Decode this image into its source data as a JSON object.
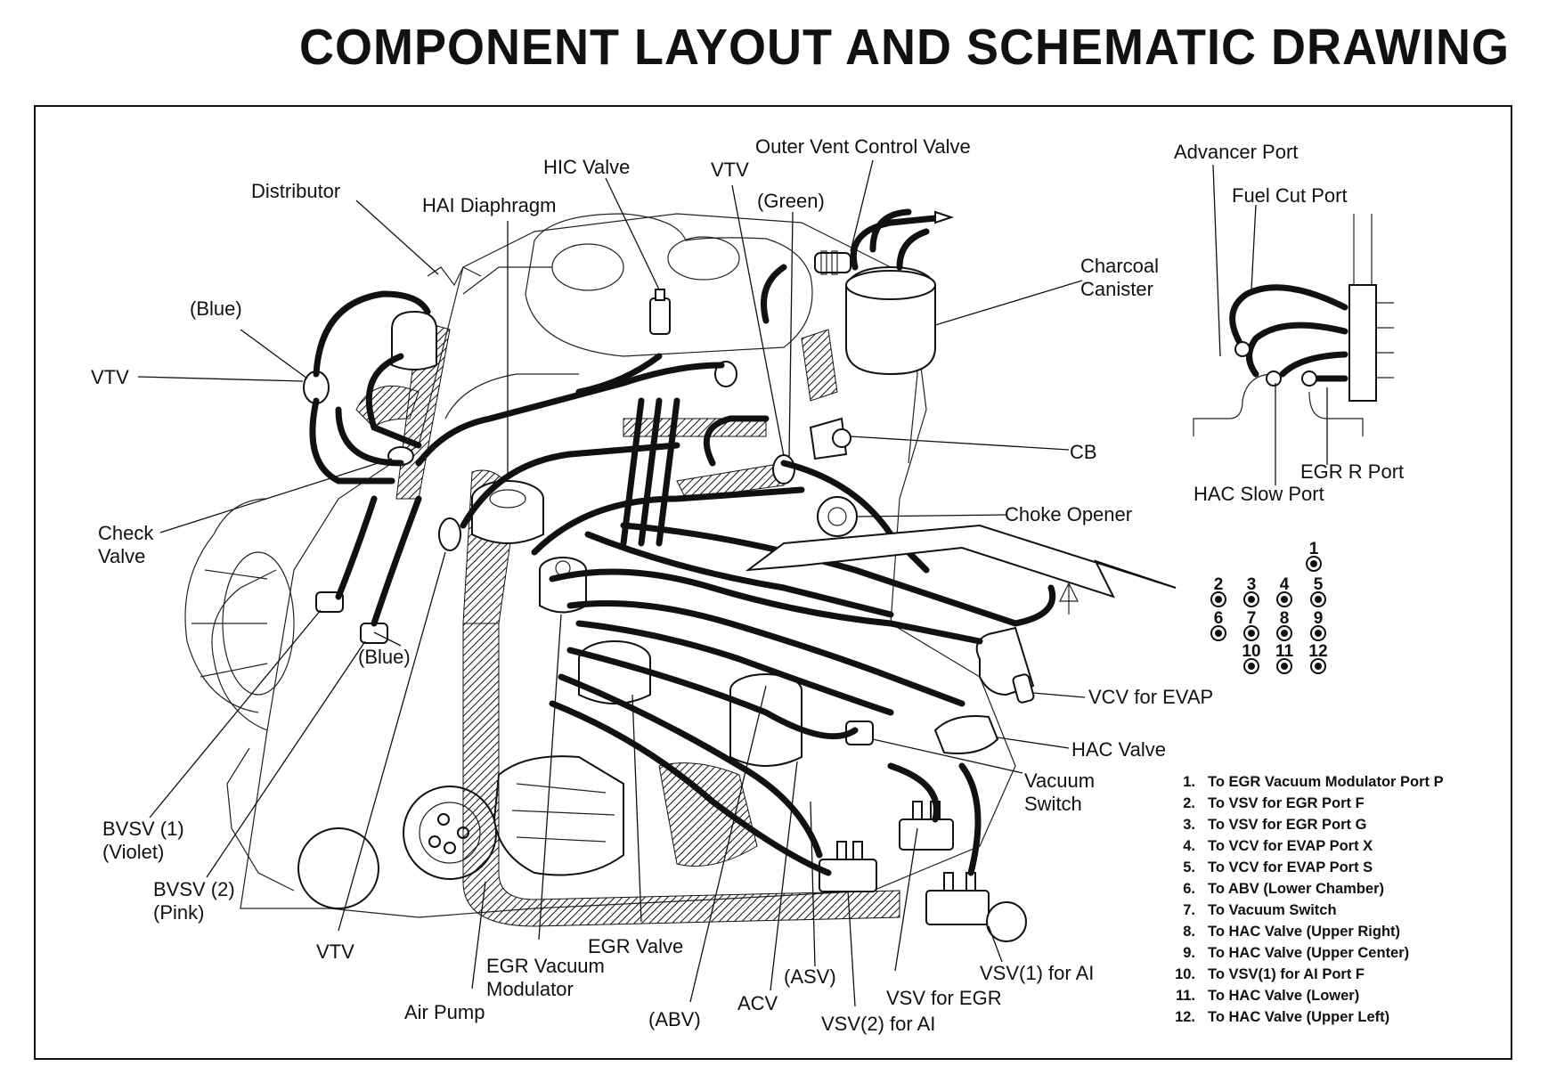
{
  "title": "COMPONENT LAYOUT AND SCHEMATIC DRAWING",
  "labels": {
    "distributor": "Distributor",
    "hai_diaphragm": "HAI Diaphragm",
    "hic_valve": "HIC Valve",
    "vtv_top": "VTV",
    "outer_vent": "Outer Vent Control Valve",
    "green": "(Green)",
    "charcoal_1": "Charcoal",
    "charcoal_2": "Canister",
    "advancer_port": "Advancer Port",
    "fuel_cut_port": "Fuel Cut Port",
    "blue_top": "(Blue)",
    "vtv_left": "VTV",
    "cb": "CB",
    "egr_r_port": "EGR R Port",
    "hac_slow_port": "HAC Slow Port",
    "choke_opener": "Choke Opener",
    "check_1": "Check",
    "check_2": "Valve",
    "blue_mid": "(Blue)",
    "vcv_evap": "VCV for EVAP",
    "hac_valve": "HAC Valve",
    "vacuum_1": "Vacuum",
    "vacuum_2": "Switch",
    "bvsv1_1": "BVSV (1)",
    "bvsv1_2": "(Violet)",
    "bvsv2_1": "BVSV (2)",
    "bvsv2_2": "(Pink)",
    "vtv_bottom": "VTV",
    "egr_valve": "EGR Valve",
    "egr_mod_1": "EGR Vacuum",
    "egr_mod_2": "Modulator",
    "air_pump": "Air Pump",
    "abv": "(ABV)",
    "acv": "ACV",
    "asv": "(ASV)",
    "vsv_egr": "VSV for EGR",
    "vsv2_ai": "VSV(2) for AI",
    "vsv1_ai": "VSV(1) for AI"
  },
  "port_numbers": [
    "1",
    "2",
    "3",
    "4",
    "5",
    "6",
    "7",
    "8",
    "9",
    "10",
    "11",
    "12"
  ],
  "legend": [
    {
      "num": "1.",
      "text": "To EGR Vacuum Modulator Port P"
    },
    {
      "num": "2.",
      "text": "To VSV for EGR Port F"
    },
    {
      "num": "3.",
      "text": "To VSV for EGR Port G"
    },
    {
      "num": "4.",
      "text": "To VCV for EVAP Port X"
    },
    {
      "num": "5.",
      "text": "To VCV for EVAP Port S"
    },
    {
      "num": "6.",
      "text": "To ABV (Lower Chamber)"
    },
    {
      "num": "7.",
      "text": "To Vacuum Switch"
    },
    {
      "num": "8.",
      "text": "To HAC Valve (Upper Right)"
    },
    {
      "num": "9.",
      "text": "To HAC Valve (Upper Center)"
    },
    {
      "num": "10.",
      "text": "To VSV(1) for AI Port F"
    },
    {
      "num": "11.",
      "text": "To HAC Valve (Lower)"
    },
    {
      "num": "12.",
      "text": "To HAC Valve (Upper Left)"
    }
  ]
}
